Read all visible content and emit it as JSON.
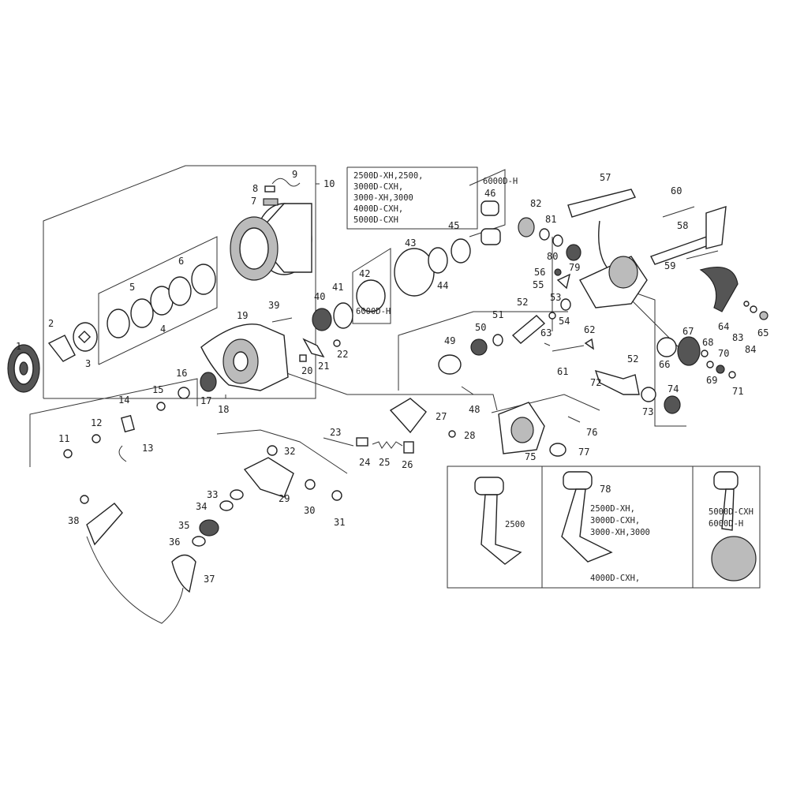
{
  "diagram": {
    "part_numbers": [
      "1",
      "2",
      "3",
      "4",
      "5",
      "6",
      "7",
      "8",
      "9",
      "10",
      "11",
      "12",
      "13",
      "14",
      "15",
      "16",
      "17",
      "18",
      "19",
      "20",
      "21",
      "22",
      "23",
      "24",
      "25",
      "26",
      "27",
      "28",
      "29",
      "30",
      "31",
      "32",
      "33",
      "34",
      "35",
      "36",
      "37",
      "38",
      "39",
      "40",
      "41",
      "42",
      "43",
      "44",
      "45",
      "46",
      "48",
      "49",
      "50",
      "51",
      "52",
      "52",
      "53",
      "54",
      "55",
      "56",
      "57",
      "58",
      "59",
      "60",
      "61",
      "62",
      "63",
      "64",
      "65",
      "66",
      "67",
      "68",
      "69",
      "70",
      "71",
      "72",
      "73",
      "74",
      "75",
      "76",
      "77",
      "78",
      "79",
      "80",
      "81",
      "82",
      "83",
      "84"
    ],
    "notes": {
      "models_box": [
        "2500D-XH,2500,",
        "3000D-CXH,",
        "3000-XH,3000",
        "4000D-CXH,",
        "5000D-CXH"
      ],
      "models_6000h_a": "6000D-H",
      "models_6000h_b": "6000D-H",
      "handle_a": "2500",
      "handle_b_lines": [
        "2500D-XH,",
        "3000D-CXH,",
        "3000-XH,3000"
      ],
      "handle_b_bottom": "4000D-CXH,",
      "handle_c_lines": [
        "5000D-CXH",
        "6000D-H"
      ]
    }
  }
}
